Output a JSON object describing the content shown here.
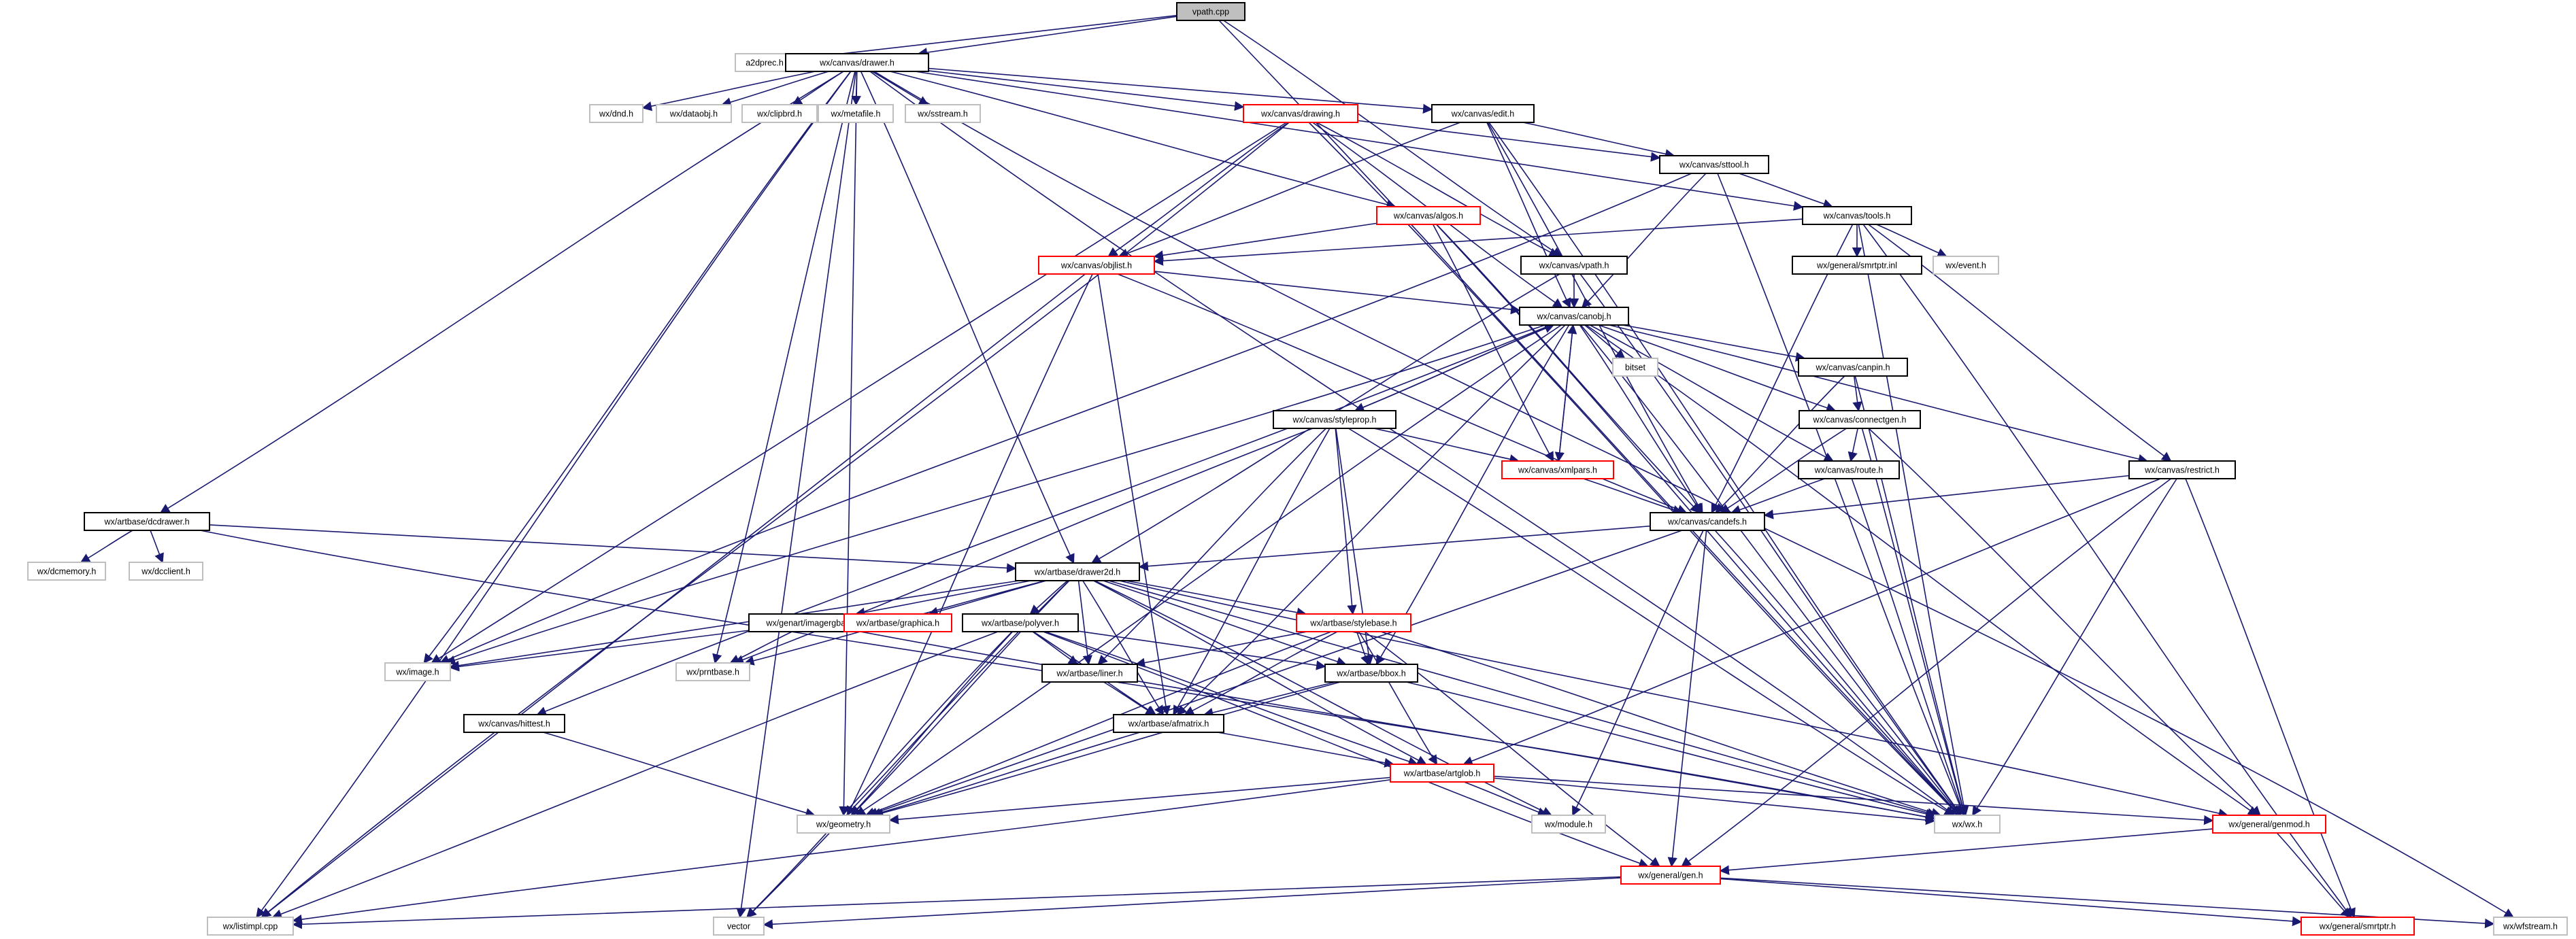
{
  "diagram": {
    "colors": {
      "edge": "#191970",
      "root_fill": "#bfbfbf",
      "normal_border": "#000000",
      "linked_border": "#ff0000",
      "ext_border": "#bfbfbf",
      "node_fill": "#ffffff"
    },
    "nodes": [
      {
        "id": "vpath_cpp",
        "label": "vpath.cpp",
        "kind": "root"
      },
      {
        "id": "a2dprec",
        "label": "a2dprec.h",
        "kind": "ext"
      },
      {
        "id": "drawer",
        "label": "wx/canvas/drawer.h",
        "kind": "normal"
      },
      {
        "id": "dnd",
        "label": "wx/dnd.h",
        "kind": "ext"
      },
      {
        "id": "dataobj",
        "label": "wx/dataobj.h",
        "kind": "ext"
      },
      {
        "id": "clipbrd",
        "label": "wx/clipbrd.h",
        "kind": "ext"
      },
      {
        "id": "metafile",
        "label": "wx/metafile.h",
        "kind": "ext"
      },
      {
        "id": "sstream",
        "label": "wx/sstream.h",
        "kind": "ext"
      },
      {
        "id": "drawing",
        "label": "wx/canvas/drawing.h",
        "kind": "linked"
      },
      {
        "id": "edit",
        "label": "wx/canvas/edit.h",
        "kind": "normal"
      },
      {
        "id": "sttool",
        "label": "wx/canvas/sttool.h",
        "kind": "normal"
      },
      {
        "id": "algos",
        "label": "wx/canvas/algos.h",
        "kind": "linked"
      },
      {
        "id": "tools",
        "label": "wx/canvas/tools.h",
        "kind": "normal"
      },
      {
        "id": "objlist",
        "label": "wx/canvas/objlist.h",
        "kind": "linked"
      },
      {
        "id": "vpath_h",
        "label": "wx/canvas/vpath.h",
        "kind": "normal"
      },
      {
        "id": "smrtptr_inl",
        "label": "wx/general/smrtptr.inl",
        "kind": "normal"
      },
      {
        "id": "event",
        "label": "wx/event.h",
        "kind": "ext"
      },
      {
        "id": "canobj",
        "label": "wx/canvas/canobj.h",
        "kind": "normal"
      },
      {
        "id": "bitset",
        "label": "bitset",
        "kind": "ext"
      },
      {
        "id": "canpin",
        "label": "wx/canvas/canpin.h",
        "kind": "normal"
      },
      {
        "id": "styleprop",
        "label": "wx/canvas/styleprop.h",
        "kind": "normal"
      },
      {
        "id": "connectgen",
        "label": "wx/canvas/connectgen.h",
        "kind": "normal"
      },
      {
        "id": "xmlpars",
        "label": "wx/canvas/xmlpars.h",
        "kind": "linked"
      },
      {
        "id": "route",
        "label": "wx/canvas/route.h",
        "kind": "normal"
      },
      {
        "id": "restrict",
        "label": "wx/canvas/restrict.h",
        "kind": "normal"
      },
      {
        "id": "dcdrawer",
        "label": "wx/artbase/dcdrawer.h",
        "kind": "normal"
      },
      {
        "id": "candefs",
        "label": "wx/canvas/candefs.h",
        "kind": "normal"
      },
      {
        "id": "dcmemory",
        "label": "wx/dcmemory.h",
        "kind": "ext"
      },
      {
        "id": "dcclient",
        "label": "wx/dcclient.h",
        "kind": "ext"
      },
      {
        "id": "drawer2d",
        "label": "wx/artbase/drawer2d.h",
        "kind": "normal"
      },
      {
        "id": "imagergba",
        "label": "wx/genart/imagergba.h",
        "kind": "normal"
      },
      {
        "id": "graphica",
        "label": "wx/artbase/graphica.h",
        "kind": "linked"
      },
      {
        "id": "polyver",
        "label": "wx/artbase/polyver.h",
        "kind": "normal"
      },
      {
        "id": "stylebase",
        "label": "wx/artbase/stylebase.h",
        "kind": "linked"
      },
      {
        "id": "image",
        "label": "wx/image.h",
        "kind": "ext"
      },
      {
        "id": "prntbase",
        "label": "wx/prntbase.h",
        "kind": "ext"
      },
      {
        "id": "liner",
        "label": "wx/artbase/liner.h",
        "kind": "normal"
      },
      {
        "id": "bbox",
        "label": "wx/artbase/bbox.h",
        "kind": "normal"
      },
      {
        "id": "hittest",
        "label": "wx/canvas/hittest.h",
        "kind": "normal"
      },
      {
        "id": "afmatrix",
        "label": "wx/artbase/afmatrix.h",
        "kind": "normal"
      },
      {
        "id": "artglob",
        "label": "wx/artbase/artglob.h",
        "kind": "linked"
      },
      {
        "id": "geometry",
        "label": "wx/geometry.h",
        "kind": "ext"
      },
      {
        "id": "module",
        "label": "wx/module.h",
        "kind": "ext"
      },
      {
        "id": "wx_h",
        "label": "wx/wx.h",
        "kind": "ext"
      },
      {
        "id": "genmod",
        "label": "wx/general/genmod.h",
        "kind": "linked"
      },
      {
        "id": "gen",
        "label": "wx/general/gen.h",
        "kind": "linked"
      },
      {
        "id": "listimpl",
        "label": "wx/listimpl.cpp",
        "kind": "ext"
      },
      {
        "id": "vector",
        "label": "vector",
        "kind": "ext"
      },
      {
        "id": "smrtptr_h",
        "label": "wx/general/smrtptr.h",
        "kind": "linked"
      },
      {
        "id": "wfstream",
        "label": "wx/wfstream.h",
        "kind": "ext"
      }
    ],
    "edges": [
      [
        "vpath_cpp",
        "a2dprec"
      ],
      [
        "vpath_cpp",
        "drawer"
      ],
      [
        "vpath_cpp",
        "vpath_h"
      ],
      [
        "vpath_cpp",
        "wx_h"
      ],
      [
        "drawer",
        "dnd"
      ],
      [
        "drawer",
        "dataobj"
      ],
      [
        "drawer",
        "clipbrd"
      ],
      [
        "drawer",
        "metafile"
      ],
      [
        "drawer",
        "sstream"
      ],
      [
        "drawer",
        "drawing"
      ],
      [
        "drawer",
        "edit"
      ],
      [
        "drawer",
        "tools"
      ],
      [
        "drawer",
        "algos"
      ],
      [
        "drawer",
        "dcdrawer"
      ],
      [
        "drawer",
        "image"
      ],
      [
        "drawer",
        "prntbase"
      ],
      [
        "drawer",
        "geometry"
      ],
      [
        "drawer",
        "listimpl"
      ],
      [
        "drawer",
        "vector"
      ],
      [
        "drawer",
        "drawer2d"
      ],
      [
        "drawer",
        "wx_h"
      ],
      [
        "drawer",
        "wfstream"
      ],
      [
        "drawing",
        "objlist"
      ],
      [
        "drawing",
        "sttool"
      ],
      [
        "drawing",
        "vpath_h"
      ],
      [
        "drawing",
        "canobj"
      ],
      [
        "drawing",
        "image"
      ],
      [
        "drawing",
        "listimpl"
      ],
      [
        "drawing",
        "wx_h"
      ],
      [
        "edit",
        "sttool"
      ],
      [
        "edit",
        "objlist"
      ],
      [
        "edit",
        "canobj"
      ],
      [
        "edit",
        "candefs"
      ],
      [
        "edit",
        "wx_h"
      ],
      [
        "sttool",
        "tools"
      ],
      [
        "sttool",
        "canobj"
      ],
      [
        "sttool",
        "image"
      ],
      [
        "sttool",
        "wx_h"
      ],
      [
        "tools",
        "objlist"
      ],
      [
        "tools",
        "smrtptr_inl"
      ],
      [
        "tools",
        "event"
      ],
      [
        "tools",
        "candefs"
      ],
      [
        "tools",
        "restrict"
      ],
      [
        "tools",
        "wx_h"
      ],
      [
        "tools",
        "smrtptr_h"
      ],
      [
        "algos",
        "objlist"
      ],
      [
        "algos",
        "xmlpars"
      ],
      [
        "algos",
        "candefs"
      ],
      [
        "algos",
        "wx_h"
      ],
      [
        "objlist",
        "canobj"
      ],
      [
        "objlist",
        "listimpl"
      ],
      [
        "objlist",
        "geometry"
      ],
      [
        "objlist",
        "afmatrix"
      ],
      [
        "objlist",
        "candefs"
      ],
      [
        "vpath_h",
        "canobj"
      ],
      [
        "vpath_h",
        "drawer2d"
      ],
      [
        "vpath_h",
        "wx_h"
      ],
      [
        "canobj",
        "bitset"
      ],
      [
        "canobj",
        "canpin"
      ],
      [
        "canobj",
        "styleprop"
      ],
      [
        "canobj",
        "connectgen"
      ],
      [
        "canobj",
        "xmlpars"
      ],
      [
        "canobj",
        "route"
      ],
      [
        "canobj",
        "restrict"
      ],
      [
        "canobj",
        "candefs"
      ],
      [
        "canobj",
        "image"
      ],
      [
        "canobj",
        "geometry"
      ],
      [
        "canobj",
        "hittest"
      ],
      [
        "canobj",
        "afmatrix"
      ],
      [
        "canobj",
        "bbox"
      ],
      [
        "canobj",
        "wx_h"
      ],
      [
        "canobj",
        "genmod"
      ],
      [
        "canpin",
        "connectgen"
      ],
      [
        "canpin",
        "candefs"
      ],
      [
        "canpin",
        "wx_h"
      ],
      [
        "connectgen",
        "route"
      ],
      [
        "connectgen",
        "candefs"
      ],
      [
        "connectgen",
        "wx_h"
      ],
      [
        "connectgen",
        "genmod"
      ],
      [
        "route",
        "candefs"
      ],
      [
        "route",
        "wx_h"
      ],
      [
        "restrict",
        "candefs"
      ],
      [
        "restrict",
        "artglob"
      ],
      [
        "restrict",
        "wx_h"
      ],
      [
        "restrict",
        "gen"
      ],
      [
        "restrict",
        "smrtptr_h"
      ],
      [
        "styleprop",
        "canobj"
      ],
      [
        "styleprop",
        "xmlpars"
      ],
      [
        "styleprop",
        "stylebase"
      ],
      [
        "styleprop",
        "liner"
      ],
      [
        "styleprop",
        "bbox"
      ],
      [
        "styleprop",
        "afmatrix"
      ],
      [
        "styleprop",
        "wx_h"
      ],
      [
        "styleprop",
        "prntbase"
      ],
      [
        "xmlpars",
        "canobj"
      ],
      [
        "xmlpars",
        "candefs"
      ],
      [
        "dcdrawer",
        "dcmemory"
      ],
      [
        "dcdrawer",
        "dcclient"
      ],
      [
        "dcdrawer",
        "drawer2d"
      ],
      [
        "dcdrawer",
        "wx_h"
      ],
      [
        "candefs",
        "drawer2d"
      ],
      [
        "candefs",
        "geometry"
      ],
      [
        "candefs",
        "module"
      ],
      [
        "candefs",
        "wx_h"
      ],
      [
        "candefs",
        "gen"
      ],
      [
        "drawer2d",
        "imagergba"
      ],
      [
        "drawer2d",
        "graphica"
      ],
      [
        "drawer2d",
        "polyver"
      ],
      [
        "drawer2d",
        "stylebase"
      ],
      [
        "drawer2d",
        "image"
      ],
      [
        "drawer2d",
        "prntbase"
      ],
      [
        "drawer2d",
        "liner"
      ],
      [
        "drawer2d",
        "bbox"
      ],
      [
        "drawer2d",
        "afmatrix"
      ],
      [
        "drawer2d",
        "artglob"
      ],
      [
        "drawer2d",
        "geometry"
      ],
      [
        "drawer2d",
        "module"
      ],
      [
        "drawer2d",
        "wx_h"
      ],
      [
        "drawer2d",
        "genmod"
      ],
      [
        "drawer2d",
        "vector"
      ],
      [
        "imagergba",
        "image"
      ],
      [
        "imagergba",
        "prntbase"
      ],
      [
        "imagergba",
        "wx_h"
      ],
      [
        "polyver",
        "liner"
      ],
      [
        "polyver",
        "bbox"
      ],
      [
        "polyver",
        "afmatrix"
      ],
      [
        "polyver",
        "artglob"
      ],
      [
        "polyver",
        "geometry"
      ],
      [
        "polyver",
        "listimpl"
      ],
      [
        "polyver",
        "vector"
      ],
      [
        "polyver",
        "gen"
      ],
      [
        "stylebase",
        "liner"
      ],
      [
        "stylebase",
        "bbox"
      ],
      [
        "stylebase",
        "afmatrix"
      ],
      [
        "stylebase",
        "artglob"
      ],
      [
        "stylebase",
        "geometry"
      ],
      [
        "stylebase",
        "wx_h"
      ],
      [
        "stylebase",
        "gen"
      ],
      [
        "liner",
        "afmatrix"
      ],
      [
        "bbox",
        "afmatrix"
      ],
      [
        "bbox",
        "geometry"
      ],
      [
        "bbox",
        "wx_h"
      ],
      [
        "hittest",
        "geometry"
      ],
      [
        "afmatrix",
        "artglob"
      ],
      [
        "afmatrix",
        "geometry"
      ],
      [
        "artglob",
        "geometry"
      ],
      [
        "artglob",
        "module"
      ],
      [
        "artglob",
        "wx_h"
      ],
      [
        "artglob",
        "genmod"
      ],
      [
        "artglob",
        "listimpl"
      ],
      [
        "genmod",
        "gen"
      ],
      [
        "genmod",
        "smrtptr_h"
      ],
      [
        "gen",
        "listimpl"
      ],
      [
        "gen",
        "vector"
      ],
      [
        "gen",
        "smrtptr_h"
      ],
      [
        "gen",
        "wfstream"
      ]
    ]
  }
}
